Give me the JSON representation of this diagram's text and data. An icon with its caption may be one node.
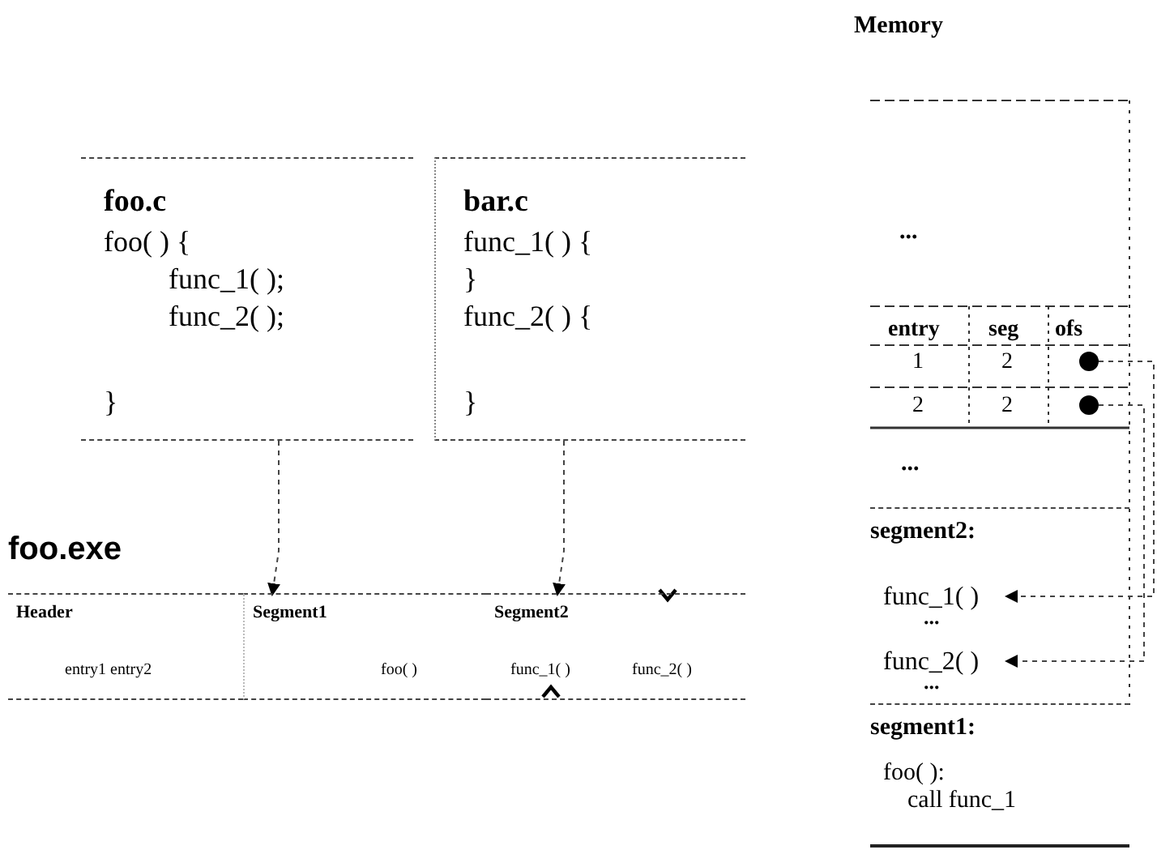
{
  "diagram": {
    "nodes": [
      {
        "text": [
          "foo.c",
          "foo( ) {",
          "func_1( );",
          "func_2( );",
          "}"
        ]
      },
      {
        "text": [
          "bar.c",
          "func_1( ) {",
          "}",
          "func_2( ) {",
          "}"
        ]
      },
      {
        "text": [
          "foo.exe"
        ]
      },
      {
        "text": [
          "Header",
          "entry1 entry2"
        ],
        "in": 2
      },
      {
        "text": [
          "Segment1",
          "foo( )"
        ],
        "in": 2
      },
      {
        "text": [
          "Segment2",
          "func_1( )",
          "func_2( )"
        ],
        "in": 2
      },
      {
        "text": [
          "Memory"
        ]
      },
      {
        "text": [],
        "shape": "circle",
        "in": 6
      },
      {
        "text": [],
        "shape": "circle",
        "in": 6
      },
      {
        "text": [
          "segment2:"
        ],
        "in": 6
      },
      {
        "text": [
          "func_1( )"
        ],
        "in": 9
      },
      {
        "text": [
          "func_2( )"
        ],
        "in": 9
      },
      {
        "text": [
          "segment1:",
          "foo( ):",
          "call func_1"
        ],
        "in": 6
      }
    ],
    "edges": [
      {
        "from": 0,
        "to": 4,
        "arrow": "to",
        "style": "dashed"
      },
      {
        "from": 1,
        "to": 5,
        "arrow": "to",
        "style": "dashed"
      },
      {
        "from": 7,
        "to": 10,
        "arrow": "to",
        "style": "dashed"
      },
      {
        "from": 8,
        "to": 11,
        "arrow": "to",
        "style": "dashed"
      }
    ],
    "labels": [
      "...",
      "entry",
      "seg",
      "ofs",
      "1",
      "2",
      "2",
      "2",
      "...",
      "...",
      "..."
    ]
  }
}
